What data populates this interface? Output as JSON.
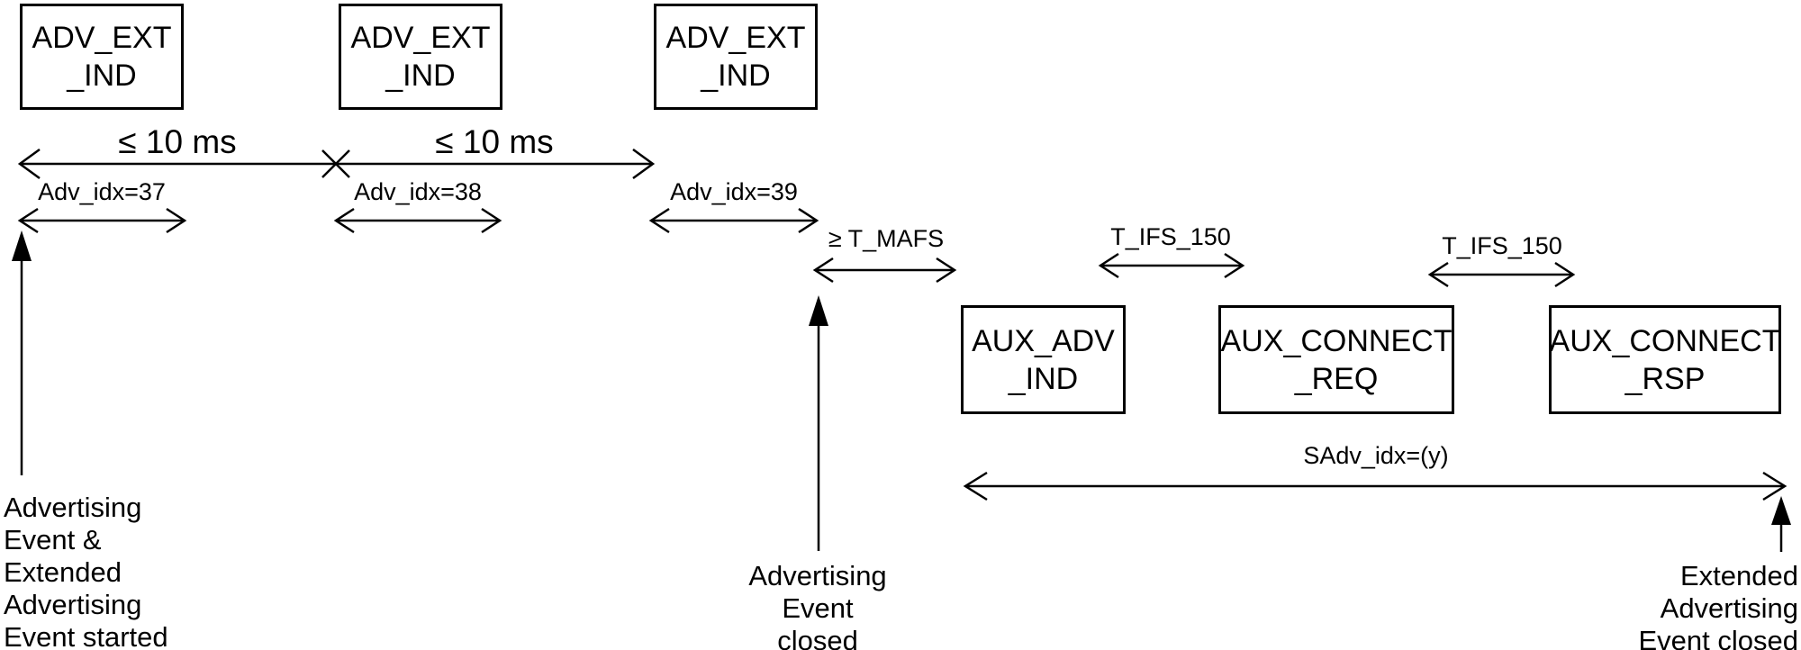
{
  "boxes": [
    {
      "id": "adv-ext-ind-1",
      "label": "ADV_EXT\n_IND"
    },
    {
      "id": "adv-ext-ind-2",
      "label": "ADV_EXT\n_IND"
    },
    {
      "id": "adv-ext-ind-3",
      "label": "ADV_EXT\n_IND"
    },
    {
      "id": "aux-adv-ind",
      "label": "AUX_ADV\n_IND"
    },
    {
      "id": "aux-connect-req",
      "label": "AUX_CONNECT\n_REQ"
    },
    {
      "id": "aux-connect-rsp",
      "label": "AUX_CONNECT\n_RSP"
    }
  ],
  "timing_labels": {
    "interval_1": "≤ 10 ms",
    "interval_2": "≤ 10 ms",
    "adv_idx_37": "Adv_idx=37",
    "adv_idx_38": "Adv_idx=38",
    "adv_idx_39": "Adv_idx=39",
    "t_mafs": "≥ T_MAFS",
    "t_ifs_150_1": "T_IFS_150",
    "t_ifs_150_2": "T_IFS_150",
    "sadv_idx": "SAdv_idx=(y)"
  },
  "event_annotations": {
    "started": "Advertising\nEvent &\nExtended\nAdvertising\nEvent started",
    "adv_closed": "Advertising\nEvent\nclosed",
    "ext_closed": "Extended\nAdvertising\nEvent closed"
  },
  "colors": {
    "ink": "#000000",
    "background": "#ffffff"
  }
}
